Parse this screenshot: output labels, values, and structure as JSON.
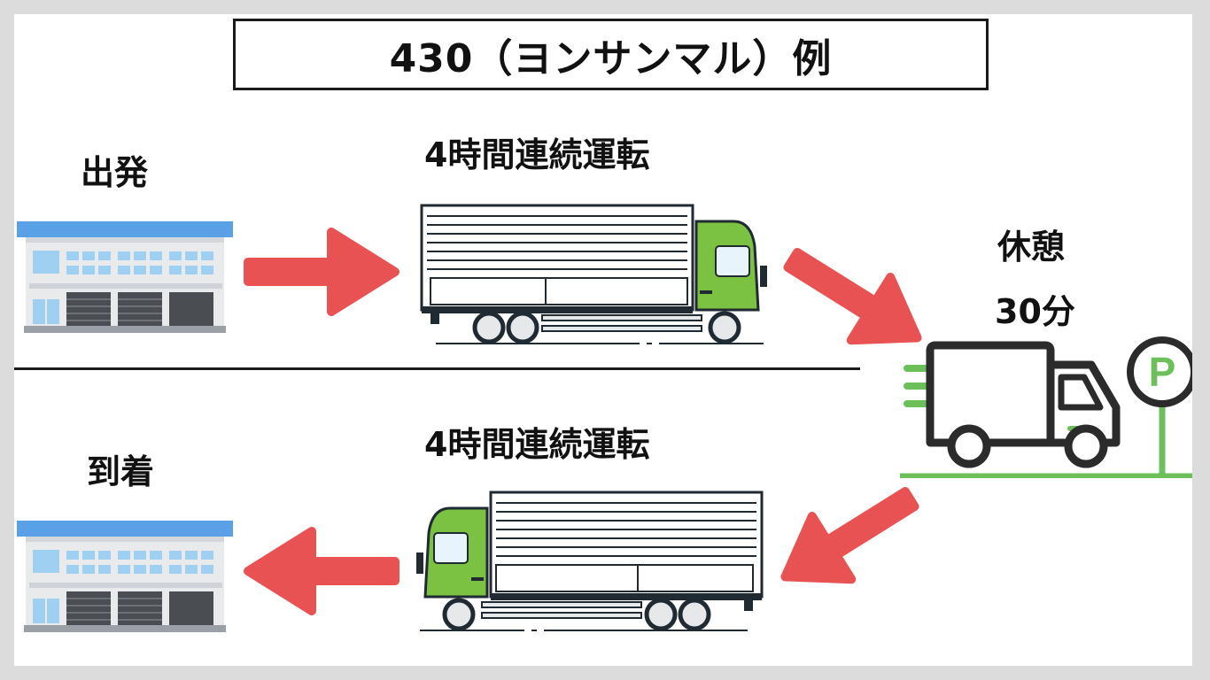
{
  "title": "430（ヨンサンマル）例",
  "labels": {
    "departure": "出発",
    "arrival": "到着",
    "drive_top": "4時間連続運転",
    "drive_bottom": "4時間連続運転",
    "rest_line1": "休憩",
    "rest_line2": "30分"
  },
  "icons": {
    "building": "warehouse-building-icon",
    "truck": "box-truck-icon",
    "parking": "parking-sign-icon",
    "arrow": "arrow-icon"
  },
  "colors": {
    "arrow": "#e95252",
    "truck_cab": "#7cc242",
    "parking_green": "#6cbf5a",
    "roof_blue": "#5aa0e6",
    "window_blue": "#9fd0f2",
    "outline": "#1f2a33"
  }
}
